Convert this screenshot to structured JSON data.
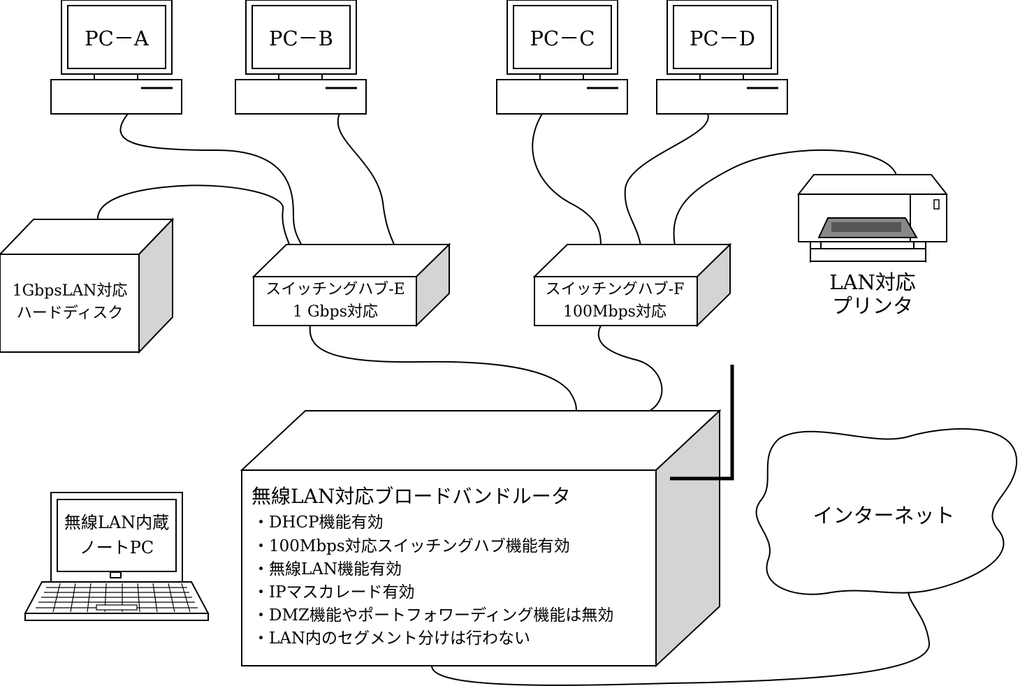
{
  "pcs": {
    "a": "PC－A",
    "b": "PC－B",
    "c": "PC－C",
    "d": "PC－D"
  },
  "hdd": {
    "line1": "1GbpsLAN対応",
    "line2": "ハードディスク"
  },
  "hub_e": {
    "line1": "スイッチングハブ-E",
    "line2": "1 Gbps対応"
  },
  "hub_f": {
    "line1": "スイッチングハブ-F",
    "line2": "100Mbps対応"
  },
  "printer": {
    "line1": "LAN対応",
    "line2": "プリンタ"
  },
  "laptop": {
    "line1": "無線LAN内蔵",
    "line2": "ノートPC"
  },
  "router": {
    "title": "無線LAN対応ブロードバンドルータ",
    "features": [
      "・DHCP機能有効",
      "・100Mbps対応スイッチングハブ機能有効",
      "・無線LAN機能有効",
      "・IPマスカレード有効",
      "・DMZ機能やポートフォワーディング機能は無効",
      "・LAN内のセグメント分けは行わない"
    ]
  },
  "internet": {
    "label": "インターネット"
  },
  "colors": {
    "stroke": "#000000",
    "side_shade": "#d4d4d4",
    "background": "#ffffff"
  }
}
